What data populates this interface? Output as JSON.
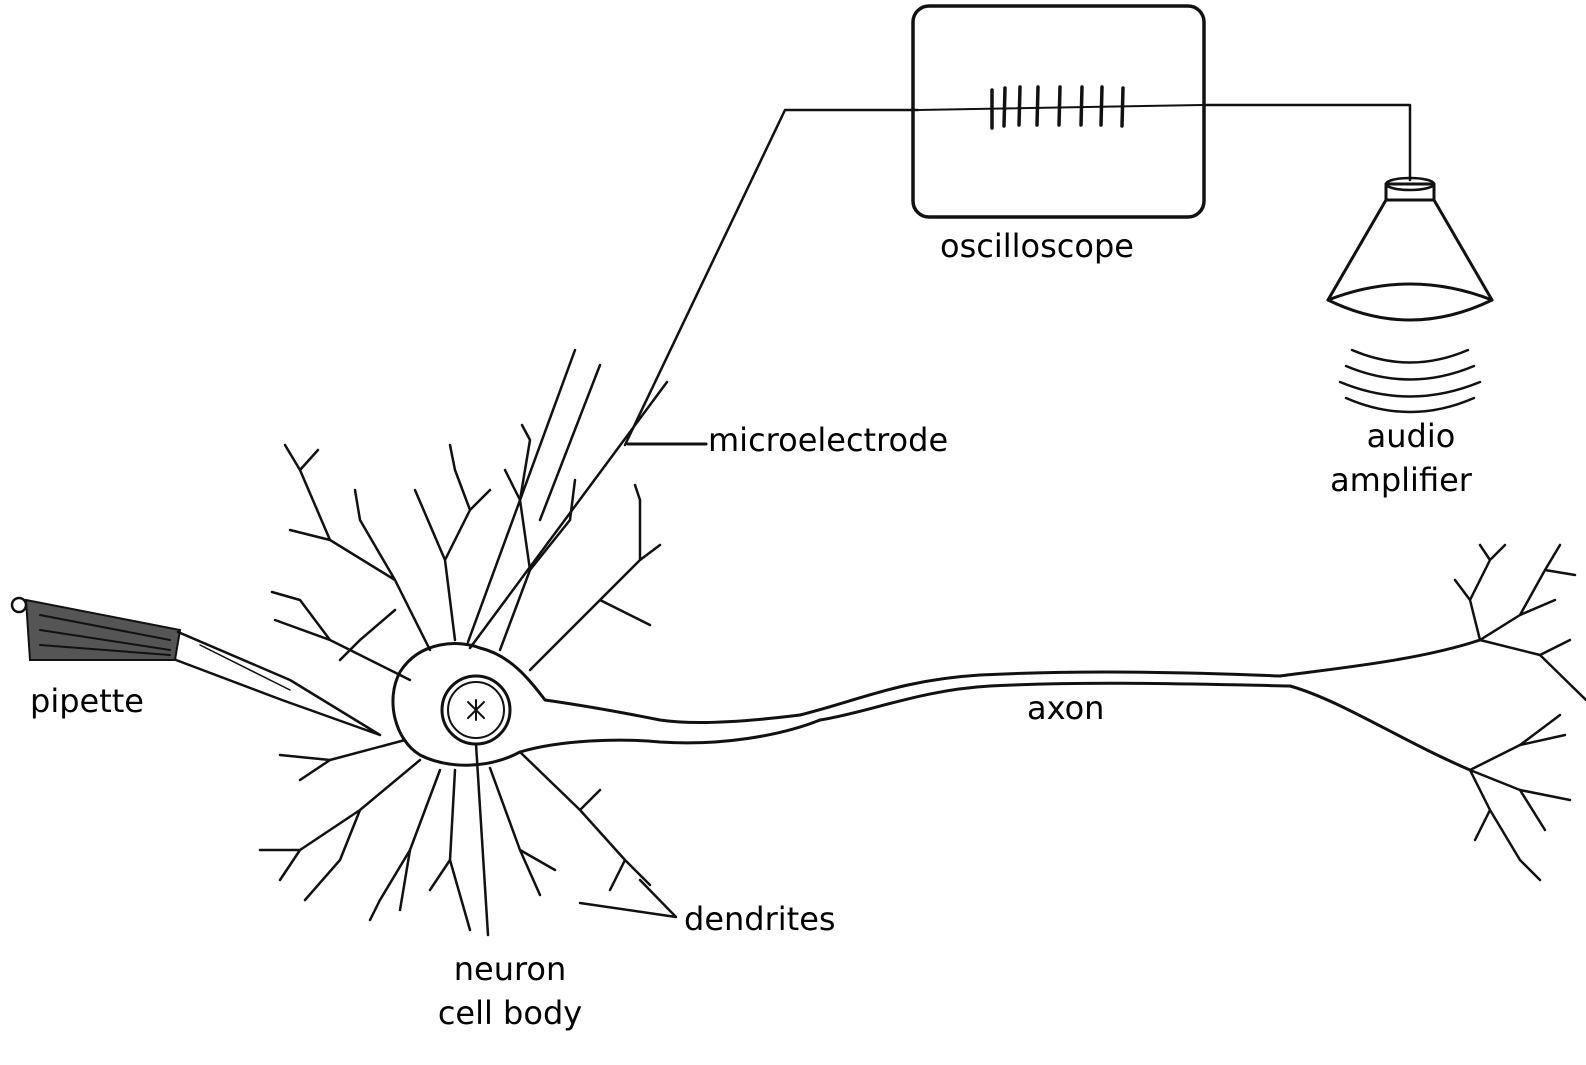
{
  "diagram": {
    "labels": {
      "oscilloscope": "oscilloscope",
      "audio_amplifier_line1": "audio",
      "audio_amplifier_line2": "amplifier",
      "microelectrode": "microelectrode",
      "pipette": "pipette",
      "axon": "axon",
      "dendrites": "dendrites",
      "cell_body_line1": "neuron",
      "cell_body_line2": "cell body"
    },
    "colors": {
      "ink": "#111111",
      "background": "#ffffff"
    },
    "icons": [
      "oscilloscope-icon",
      "speaker-icon",
      "pipette-icon",
      "microelectrode-icon",
      "neuron-icon"
    ]
  }
}
